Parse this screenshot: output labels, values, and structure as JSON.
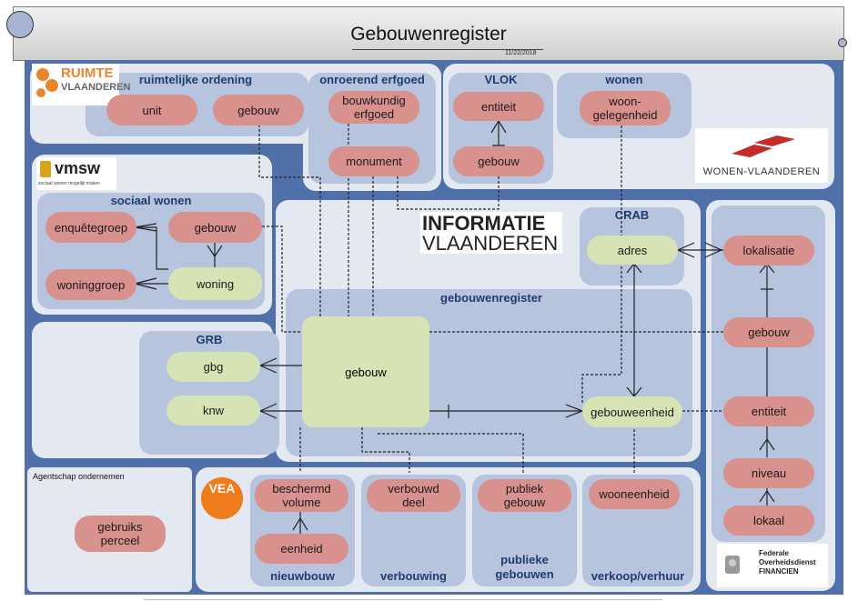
{
  "title": "Gebouwenregister",
  "date": "11/22/2018",
  "logos": {
    "ruimte_line1": "RUIMTE",
    "ruimte_line2": "VLAANDEREN",
    "vmsw": "vmsw",
    "vmsw_tag": "sociaal wonen mogelijk maken",
    "wonen": "WONEN-VLAANDEREN",
    "informatie_line1": "INFORMATIE",
    "informatie_line2": "VLAANDEREN",
    "vea": "VEA",
    "fod": "Federale Overheidsdienst FINANCIEN"
  },
  "groups": {
    "ruimtelijke_ordening": "ruimtelijke ordening",
    "onroerend_erfgoed": "onroerend erfgoed",
    "vlok": "VLOK",
    "wonen": "wonen",
    "sociaal_wonen": "sociaal wonen",
    "crab": "CRAB",
    "gebouwenregister": "gebouwenregister",
    "grb": "GRB",
    "agentschap": "Agentschap ondernemen",
    "nieuwbouw": "nieuwbouw",
    "verbouwing": "verbouwing",
    "publieke_gebouwen": "publieke gebouwen",
    "verkoop_verhuur": "verkoop/verhuur"
  },
  "nodes": {
    "unit": "unit",
    "ro_gebouw": "gebouw",
    "bouwkundig_erfgoed": "bouwkundig erfgoed",
    "monument": "monument",
    "vlok_entiteit": "entiteit",
    "vlok_gebouw": "gebouw",
    "woongelegenheid": "woon-gelegenheid",
    "enquetegroep": "enquêtegroep",
    "sw_gebouw": "gebouw",
    "woninggroep": "woninggroep",
    "woning": "woning",
    "adres": "adres",
    "gbg": "gbg",
    "knw": "knw",
    "central_gebouw": "gebouw",
    "gebouweenheid": "gebouweenheid",
    "lokalisatie": "lokalisatie",
    "fod_gebouw": "gebouw",
    "fod_entiteit": "entiteit",
    "niveau": "niveau",
    "lokaal": "lokaal",
    "gebruiksperceel": "gebruiks perceel",
    "beschermd_volume": "beschermd volume",
    "eenheid": "eenheid",
    "verbouwd_deel": "verbouwd deel",
    "publiek_gebouw": "publiek gebouw",
    "wooneenheid": "wooneenheid"
  },
  "colors": {
    "frame": "#4f70a8",
    "panel": "#e4e8f1",
    "group": "#b6c5dd",
    "pink_node": "#d9918e",
    "green_node": "#d7e3b4",
    "label": "#1f3c6e"
  }
}
